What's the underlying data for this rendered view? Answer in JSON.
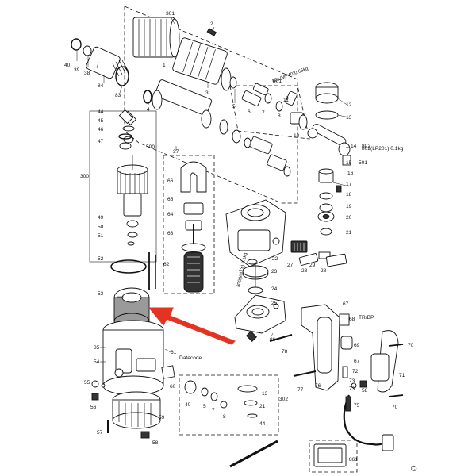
{
  "assembly_labels": {
    "a300": "300",
    "a301": "301",
    "a302": "302",
    "a500": "500",
    "a501": "501",
    "a801": "801",
    "a802": "802"
  },
  "spec_notes": {
    "n801": "801(MP40)0.65kg",
    "n802": "802(LP201) 0.1kg",
    "n800": "800(Vol.Lu) 0.1kg",
    "datecode": "Datecode",
    "trbp": "TR/BP"
  },
  "copyright": "©",
  "part_numbers": {
    "p1": "1",
    "p2": "2",
    "p3": "3",
    "p4": "4",
    "p5": "5",
    "p6": "6",
    "p7": "7",
    "p8": "8",
    "p9": "9",
    "p10": "10",
    "p11": "11",
    "p12": "12",
    "p13": "13",
    "p14": "14",
    "p15": "15",
    "p16": "16",
    "p17": "17",
    "p18": "18",
    "p19": "19",
    "p20": "20",
    "p21": "21",
    "p22": "22",
    "p23": "23",
    "p24": "24",
    "p25": "25",
    "p26": "26",
    "p27": "27",
    "p28": "28",
    "p29": "29",
    "p37": "37",
    "p38": "38",
    "p39": "39",
    "p40": "40",
    "p44": "44",
    "p45": "45",
    "p46": "46",
    "p47": "47",
    "p49": "49",
    "p50": "50",
    "p51": "51",
    "p52": "52",
    "p53": "53",
    "p54": "54",
    "p55": "55",
    "p56": "56",
    "p57": "57",
    "p58": "58",
    "p59": "59",
    "p60": "60",
    "p61": "61",
    "p62": "62",
    "p63": "63",
    "p64": "64",
    "p65": "65",
    "p66": "66",
    "p67": "67",
    "p68": "68",
    "p69": "69",
    "p70": "70",
    "p71": "71",
    "p72": "72",
    "p73": "73",
    "p75": "75",
    "p76": "76",
    "p77": "77",
    "p78": "78",
    "p83": "83",
    "p84": "84",
    "p85": "85",
    "p861": "861"
  },
  "colors": {
    "arrow": "#e53322",
    "ink": "#111111",
    "shade": "#9a9a9a"
  }
}
